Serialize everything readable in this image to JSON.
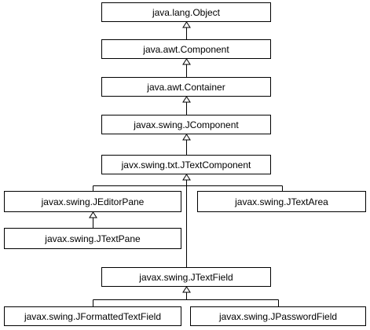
{
  "classes": {
    "object": "java.lang.Object",
    "component": "java.awt.Component",
    "container": "java.awt.Container",
    "jcomponent": "javax.swing.JComponent",
    "jtextcomponent": "javx.swing.txt.JTextComponent",
    "jeditorpane": "javax.swing.JEditorPane",
    "jtextarea": "javax.swing.JTextArea",
    "jtextpane": "javax.swing.JTextPane",
    "jtextfield": "javax.swing.JTextField",
    "jformattedtextfield": "javax.swing.JFormattedTextField",
    "jpasswordfield": "javax.swing.JPasswordField"
  },
  "inheritance": [
    {
      "child": "component",
      "parent": "object"
    },
    {
      "child": "container",
      "parent": "component"
    },
    {
      "child": "jcomponent",
      "parent": "container"
    },
    {
      "child": "jtextcomponent",
      "parent": "jcomponent"
    },
    {
      "child": "jeditorpane",
      "parent": "jtextcomponent"
    },
    {
      "child": "jtextarea",
      "parent": "jtextcomponent"
    },
    {
      "child": "jtextfield",
      "parent": "jtextcomponent"
    },
    {
      "child": "jtextpane",
      "parent": "jeditorpane"
    },
    {
      "child": "jformattedtextfield",
      "parent": "jtextfield"
    },
    {
      "child": "jpasswordfield",
      "parent": "jtextfield"
    }
  ]
}
